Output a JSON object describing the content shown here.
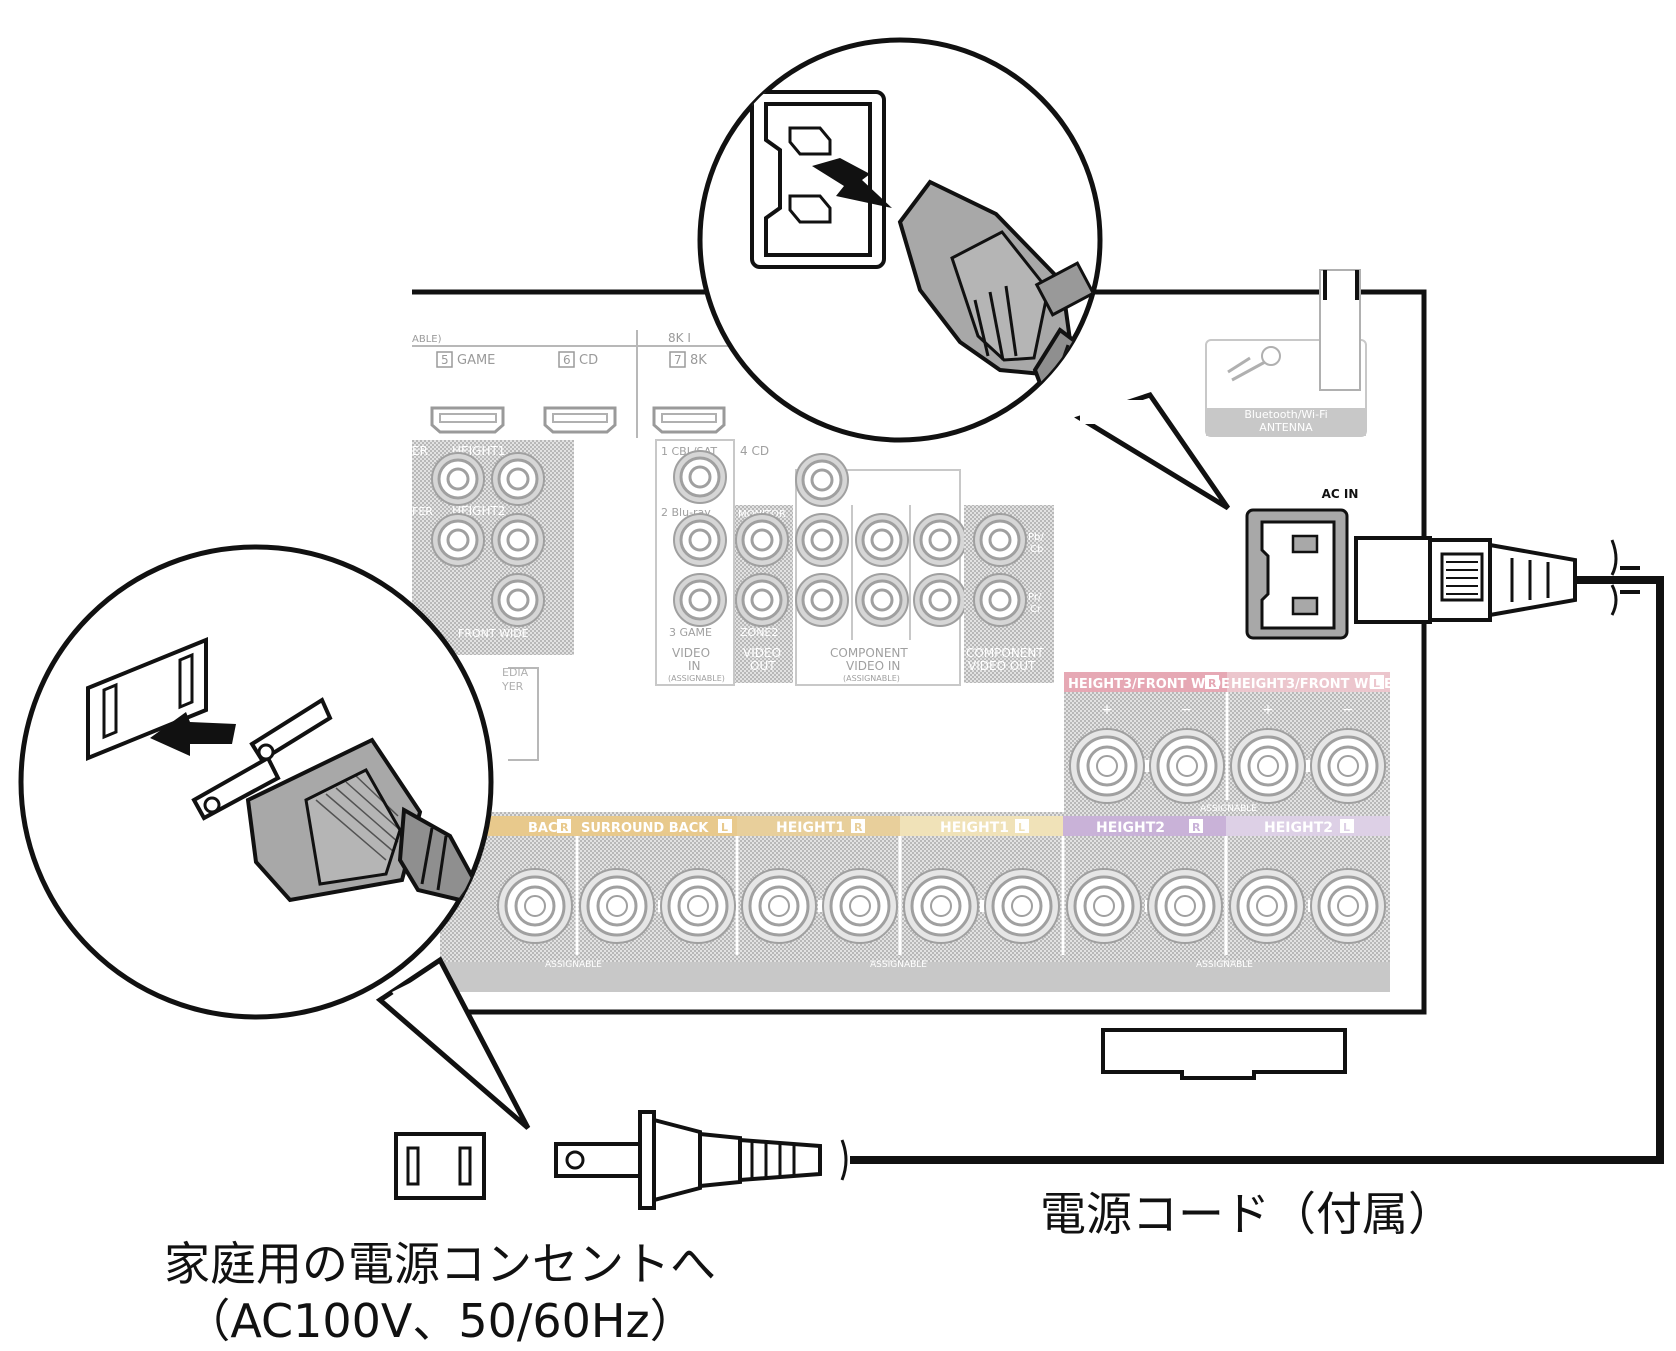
{
  "captions": {
    "power_cord": "電源コード（付属）",
    "outlet_line1": "家庭用の電源コンセントへ",
    "outlet_line2": "（AC100V、50/60Hz）"
  },
  "panel": {
    "ac_in": "AC IN",
    "antenna_line1": "Bluetooth/Wi-Fi",
    "antenna_line2": "ANTENNA",
    "hdmi_header_1": "ABLE)",
    "hdmi_header_2": "8K  I",
    "hdmi_game_num": "5",
    "hdmi_game": "GAME",
    "hdmi_cd_num": "6",
    "hdmi_cd": "CD",
    "hdmi_8k_num": "7",
    "hdmi_8k": "8K",
    "height1": "HEIGHT1",
    "height2": "HEIGHT2",
    "front_wide": "FRONT WIDE",
    "rear_fer": "FER",
    "rear_er": "ER",
    "media_1": "EDIA",
    "media_2": "YER",
    "v_cbl": "1 CBL/SAT",
    "v_cd": "4 CD",
    "v_bluray": "2 Blu-ray",
    "v_monitor": "MONITOR",
    "v_game": "3 GAME",
    "v_zone": "ZONE2",
    "video_in_1": "VIDEO",
    "video_in_2": "IN",
    "video_in_3": "(ASSIGNABLE)",
    "video_out_1": "VIDEO",
    "video_out_2": "OUT",
    "comp_in_1": "COMPONENT",
    "comp_in_2": "VIDEO IN",
    "comp_in_3": "(ASSIGNABLE)",
    "comp_out_1": "COMPONENT",
    "comp_out_2": "VIDEO OUT",
    "pb": "Pb/",
    "cb": "Cb",
    "pr": "Pr/",
    "cr": "Cr",
    "h3_r": "HEIGHT3/FRONT WIDE",
    "h3_l": "HEIGHT3/FRONT WIDE",
    "r": "R",
    "l": "L",
    "back_r": "BACK",
    "surround_back_l": "SURROUND BACK",
    "height1_r": "HEIGHT1",
    "height1_l": "HEIGHT1",
    "height2_r": "HEIGHT2",
    "height2_l": "HEIGHT2",
    "assignable": "ASSIGNABLE",
    "speakers_s": "S",
    "plus": "+",
    "minus": "−"
  },
  "colors": {
    "h3_r_band": "#e6a8b4",
    "h3_l_band": "#ecc6cd",
    "back_band": "#e8c98c",
    "height1_r_band": "#e8cf9b",
    "height1_l_band": "#f0e2b8",
    "height2_r_band": "#c9b2d8",
    "height2_l_band": "#ddd0e6"
  }
}
